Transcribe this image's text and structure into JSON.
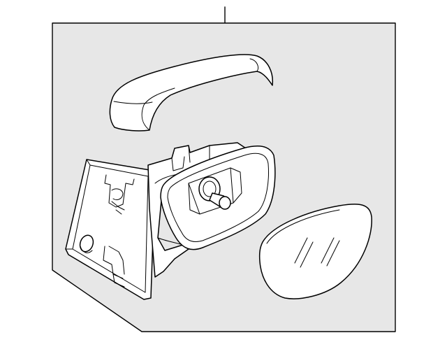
{
  "diagram": {
    "kind": "exploded-parts-diagram",
    "colors": {
      "background": "#ffffff",
      "panel": "#e7e7e7",
      "line": "#000000",
      "part_fill": "#ffffff"
    },
    "parts": [
      {
        "id": "mirror-cover-cap"
      },
      {
        "id": "mirror-housing-assembly"
      },
      {
        "id": "mounting-base"
      },
      {
        "id": "mirror-glass"
      }
    ]
  }
}
